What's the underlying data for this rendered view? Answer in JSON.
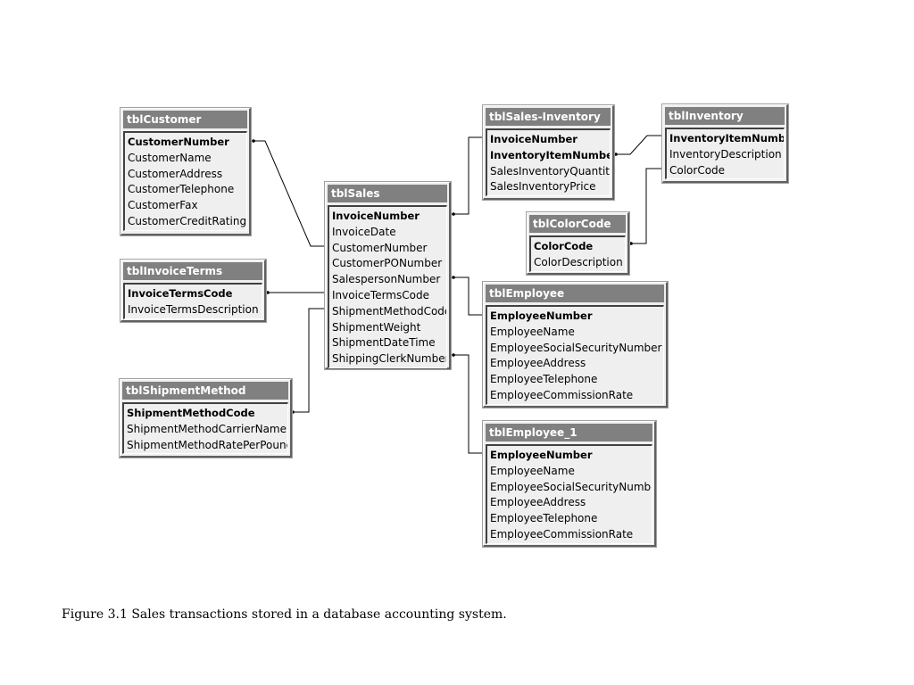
{
  "tables": {
    "customer": {
      "name": "tblCustomer",
      "fields": [
        "CustomerNumber",
        "CustomerName",
        "CustomerAddress",
        "CustomerTelephone",
        "CustomerFax",
        "CustomerCreditRating"
      ]
    },
    "invoice_terms": {
      "name": "tblInvoiceTerms",
      "fields": [
        "InvoiceTermsCode",
        "InvoiceTermsDescription"
      ]
    },
    "shipment_method": {
      "name": "tblShipmentMethod",
      "fields": [
        "ShipmentMethodCode",
        "ShipmentMethodCarrierName",
        "ShipmentMethodRatePerPound"
      ]
    },
    "sales": {
      "name": "tblSales",
      "fields": [
        "InvoiceNumber",
        "InvoiceDate",
        "CustomerNumber",
        "CustomerPONumber",
        "SalespersonNumber",
        "InvoiceTermsCode",
        "ShipmentMethodCode",
        "ShipmentWeight",
        "ShipmentDateTime",
        "ShippingClerkNumber"
      ]
    },
    "sales_inventory": {
      "name": "tblSales-Inventory",
      "fields": [
        "InvoiceNumber",
        "InventoryItemNumber",
        "SalesInventoryQuantity",
        "SalesInventoryPrice"
      ]
    },
    "inventory": {
      "name": "tblInventory",
      "fields": [
        "InventoryItemNumber",
        "InventoryDescription",
        "ColorCode"
      ]
    },
    "color_code": {
      "name": "tblColorCode",
      "fields": [
        "ColorCode",
        "ColorDescription"
      ]
    },
    "employee": {
      "name": "tblEmployee",
      "fields": [
        "EmployeeNumber",
        "EmployeeName",
        "EmployeeSocialSecurityNumber",
        "EmployeeAddress",
        "EmployeeTelephone",
        "EmployeeCommissionRate"
      ]
    },
    "employee_1": {
      "name": "tblEmployee_1",
      "fields": [
        "EmployeeNumber",
        "EmployeeName",
        "EmployeeSocialSecurityNumber",
        "EmployeeAddress",
        "EmployeeTelephone",
        "EmployeeCommissionRate"
      ]
    }
  },
  "caption": "Figure 3.1 Sales transactions stored in a database accounting system."
}
